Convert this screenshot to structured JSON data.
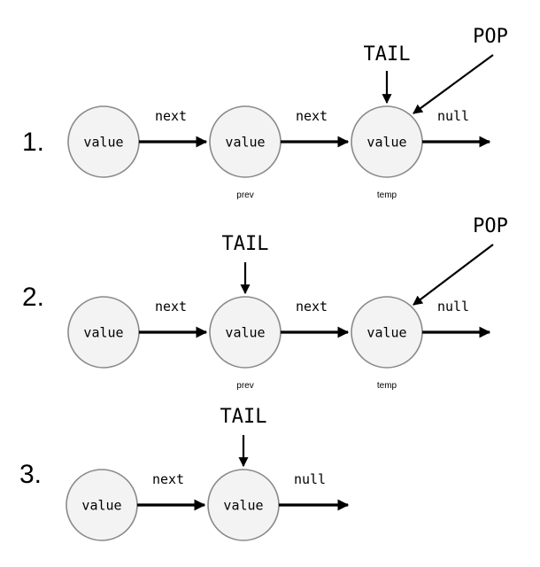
{
  "steps": [
    {
      "number": "1.",
      "nodes": [
        "value",
        "value",
        "value"
      ],
      "edge_labels": [
        "next",
        "next",
        "null"
      ],
      "node_labels": [
        "",
        "prev",
        "temp"
      ],
      "tail_label": "TAIL",
      "pop_label": "POP"
    },
    {
      "number": "2.",
      "nodes": [
        "value",
        "value",
        "value"
      ],
      "edge_labels": [
        "next",
        "next",
        "null"
      ],
      "node_labels": [
        "",
        "prev",
        "temp"
      ],
      "tail_label": "TAIL",
      "pop_label": "POP"
    },
    {
      "number": "3.",
      "nodes": [
        "value",
        "value"
      ],
      "edge_labels": [
        "next",
        "null"
      ],
      "node_labels": [
        "",
        ""
      ],
      "tail_label": "TAIL",
      "pop_label": ""
    }
  ]
}
